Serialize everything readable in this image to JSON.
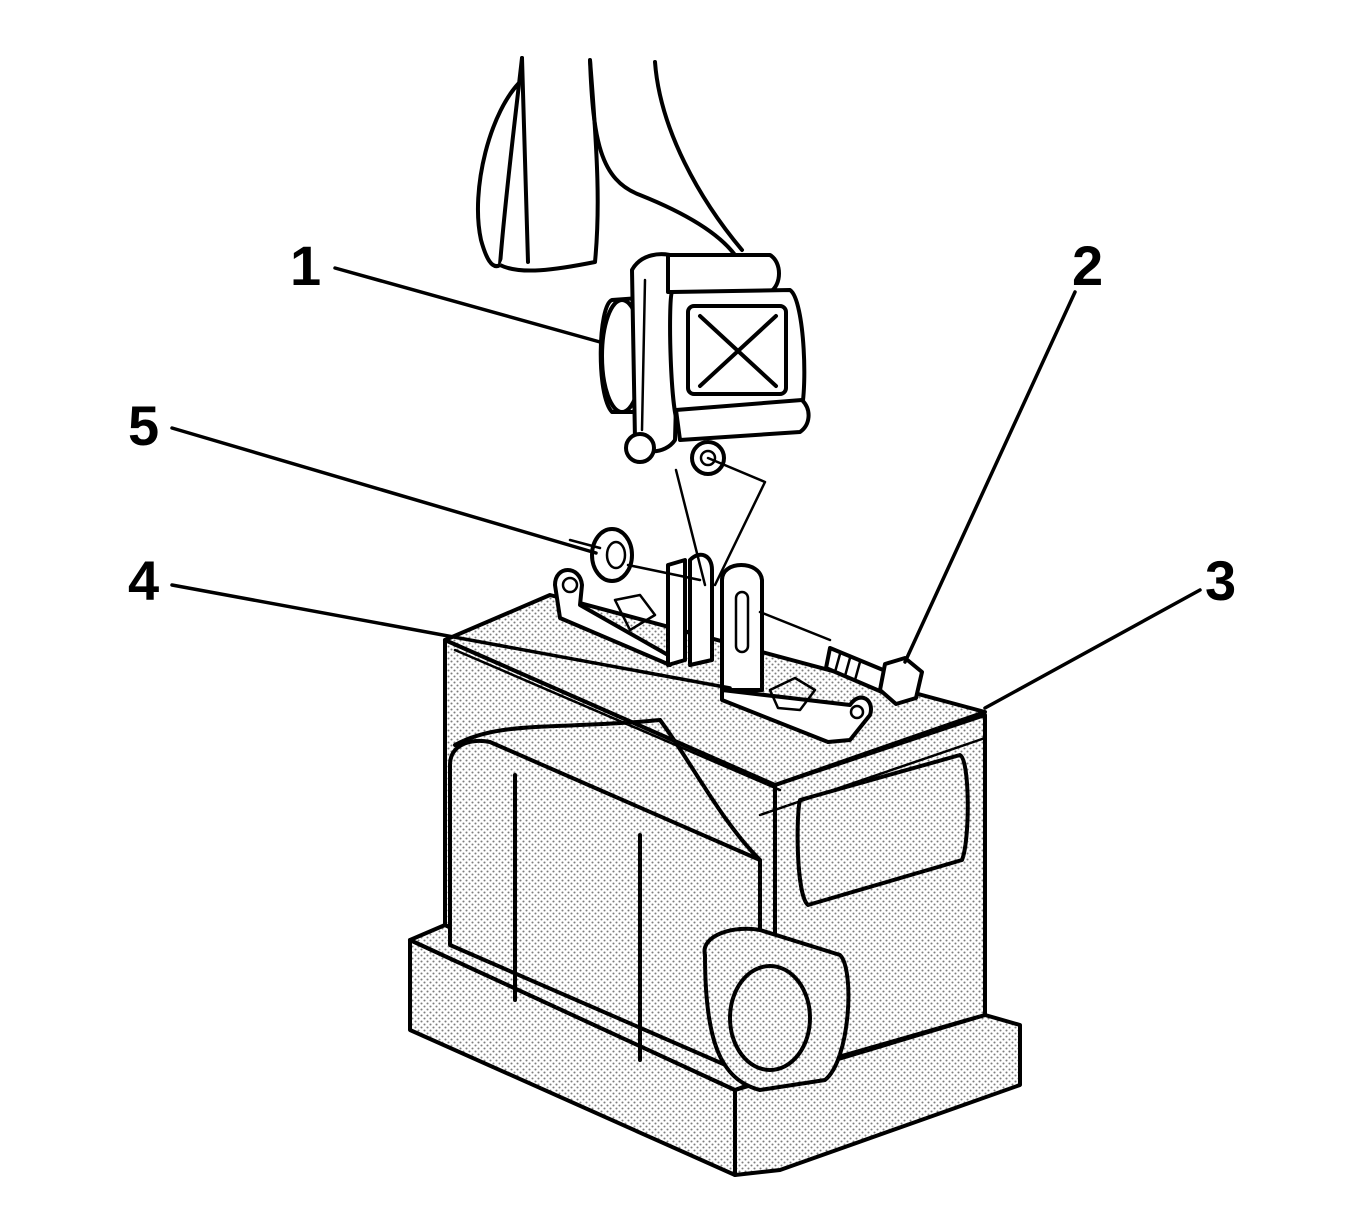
{
  "callouts": [
    {
      "id": "1",
      "label": "1"
    },
    {
      "id": "2",
      "label": "2"
    },
    {
      "id": "3",
      "label": "3"
    },
    {
      "id": "4",
      "label": "4"
    },
    {
      "id": "5",
      "label": "5"
    }
  ],
  "colors": {
    "line": "#000000",
    "background": "#ffffff",
    "stipple": "#8a8a8a"
  }
}
